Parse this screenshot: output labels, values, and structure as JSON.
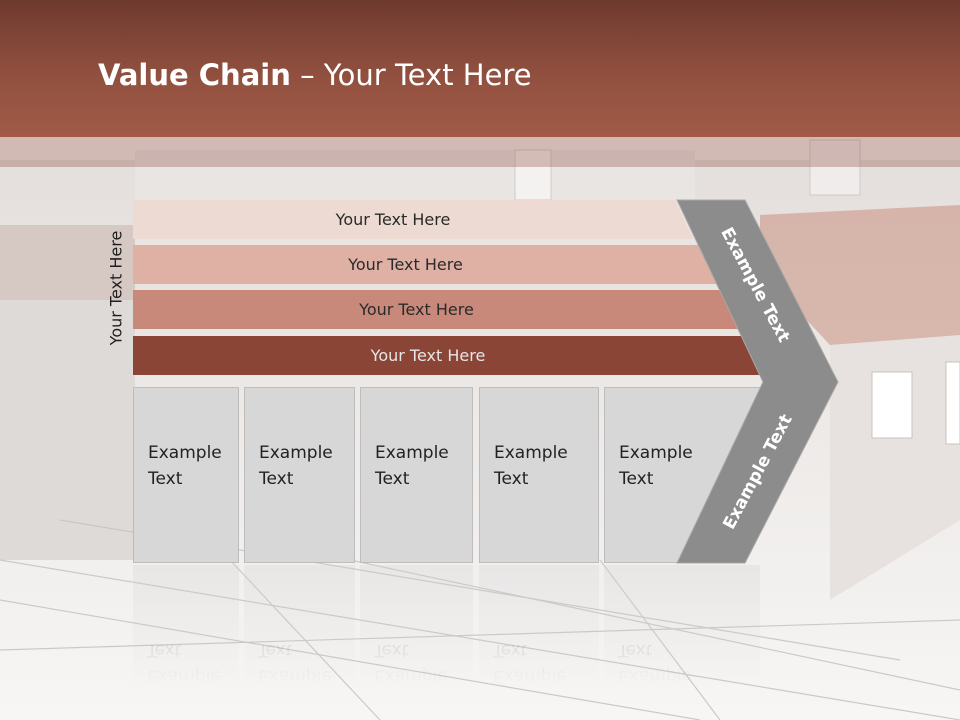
{
  "slide": {
    "title_bold": "Value Chain",
    "title_rest": " – Your Text Here",
    "side_label": "Your Text Here"
  },
  "bars": [
    {
      "label": "Your Text Here",
      "color": "#ecdad3",
      "text_color": "#2a2a2a"
    },
    {
      "label": "Your Text Here",
      "color": "#dfb0a4",
      "text_color": "#2a2a2a"
    },
    {
      "label": "Your Text Here",
      "color": "#c8887a",
      "text_color": "#2a2a2a"
    },
    {
      "label": "Your Text Here",
      "color": "#8a4537",
      "text_color": "#e6e6e6"
    }
  ],
  "boxes": [
    {
      "line1": "Example",
      "line2": "Text"
    },
    {
      "line1": "Example",
      "line2": "Text"
    },
    {
      "line1": "Example",
      "line2": "Text"
    },
    {
      "line1": "Example",
      "line2": "Text"
    },
    {
      "line1": "Example",
      "line2": "Text"
    }
  ],
  "chevron": {
    "top_label": "Example Text",
    "bottom_label": "Example Text",
    "color": "#8c8c8c"
  }
}
